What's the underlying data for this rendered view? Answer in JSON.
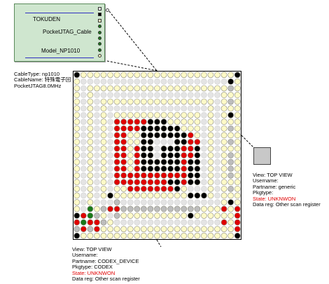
{
  "cable": {
    "label_top": "TOKUDEN",
    "label_mid": "PocketJTAG_Cable",
    "label_bottom": "Model_NP1010",
    "pin_colors": [
      "#ffffff",
      "#000000",
      "#fffac0",
      "#1a7a1a",
      "#1a7a1a",
      "#1a7a1a",
      "#1a7a1a",
      "#1a7a1a",
      "#fffac0"
    ]
  },
  "cable_info": {
    "cable_type": "CableType: np1010",
    "cable_name": "CableName: 特殊電子回",
    "speed": "PocketJTAG8.0MHz"
  },
  "main_device": {
    "view": "View: TOP VIEW",
    "username": "Username:",
    "partname": "Partname: CODEX_DEVICE",
    "pkgtype": "Pkgtype: CODEX",
    "state": "State: UNKNWON",
    "data_reg": "Data reg: Other scan register"
  },
  "small_device": {
    "view": "View: TOP VIEW",
    "username": "Username:",
    "partname": "Partname: generic",
    "pkgtype": "Pkgtype:",
    "state": "State: UNKNWON",
    "data_reg": "Data reg: Other scan register"
  },
  "colors": {
    "pin_default": "#fffac8",
    "pin_black": "#000000",
    "pin_red": "#e00000",
    "pin_gray": "#bdbdbd",
    "pin_green": "#1a7a1a",
    "pin_empty": "#e4e4e4",
    "state_red": "#e00000"
  },
  "chip_pattern": [
    "baaaaaaaaaaaaaaaaaaaaaaab",
    "aeeeeeeeeeeeeeeeeeeeeeeba",
    "aeaaaaaaaaaaaaaaaaaaaaaga",
    "aeaeeeeeeeeeeeeeeeeeeeaaa",
    "aeaeaaaaaaaaaaaaaaaaaeaga",
    "aeaeaeeeeeeeeeeeeeeeaeaaa",
    "aeaeaeaaaaaaaaaaaaaeaeaba",
    "aeaeaerrrrrbbbaaaaaeaeaaa",
    "aeaeaerrrrbbbbbbaaaeaeaga",
    "aeaeaerraabbbbbbbraeaeaaa",
    "aeaeaerraabbeeebbrreaeaga",
    "aeaeaerrarbbebbbrrbeaeaaa",
    "aeaeaerrarbbebbbrrbeaeaga",
    "aeaeaerrarbbbbbbrbbeaeaga",
    "aeaeaerrarbbbbbbrbbeaeaga",
    "aeaeaerrrrrrrrrrrbbeaeaga",
    "aeaeaerrrrrrrrbbrbbeaeaaa",
    "aeaeaeaarrrrrrrbaeeeaeaga",
    "aeaeabaaaaaaaaaaabbbaeaaa",
    "aeaeeegeeeeeeeeeeeeeeeaba",
    "aeaagrrggggggggggggaaarar",
    "brrgaegaaaaaaaaaabaaaaaar",
    "rgrrgaeeeeeeeeeeeeeeeerar",
    "grgraaaaaaaaaaaaaaaaaaaar",
    "baaaaaaaaaaaaaaaaaaaaaaab"
  ]
}
